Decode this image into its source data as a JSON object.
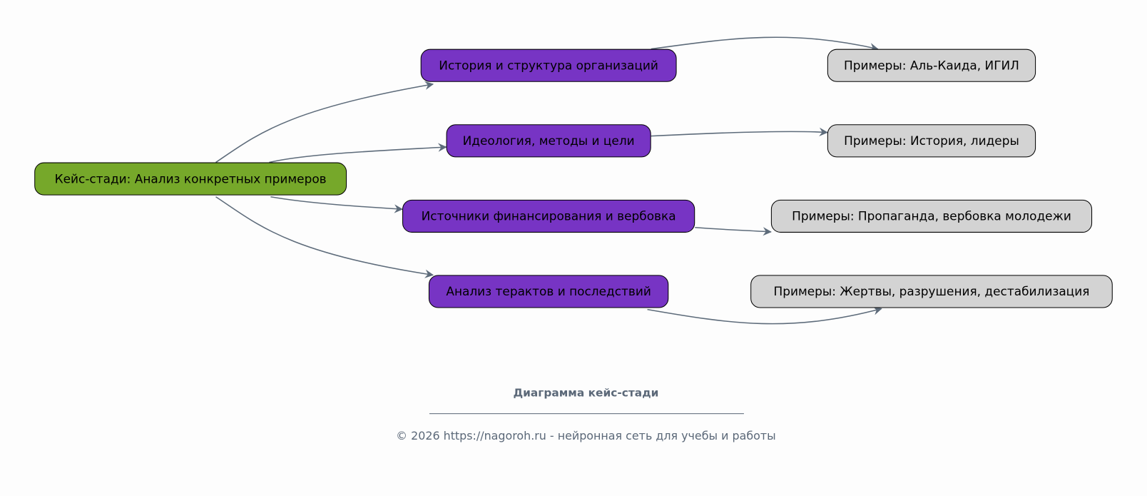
{
  "root": {
    "label": "Кейс-стади: Анализ конкретных примеров",
    "color": "#76a82a"
  },
  "branches": [
    {
      "label": "История и структура организаций",
      "example": "Примеры: Аль-Каида, ИГИЛ"
    },
    {
      "label": "Идеология, методы и цели",
      "example": "Примеры: История, лидеры"
    },
    {
      "label": "Источники финансирования и вербовка",
      "example": "Примеры: Пропаганда, вербовка молодежи"
    },
    {
      "label": "Анализ терактов и последствий",
      "example": "Примеры: Жертвы, разрушения, дестабилизация"
    }
  ],
  "colors": {
    "branch": "#7734c4",
    "leaf": "#d3d3d3",
    "edge": "#5d6b7a"
  },
  "caption": {
    "title": "Диаграмма кейс-стади",
    "footer": "© 2026 https://nagoroh.ru - нейронная сеть для учебы и работы"
  }
}
